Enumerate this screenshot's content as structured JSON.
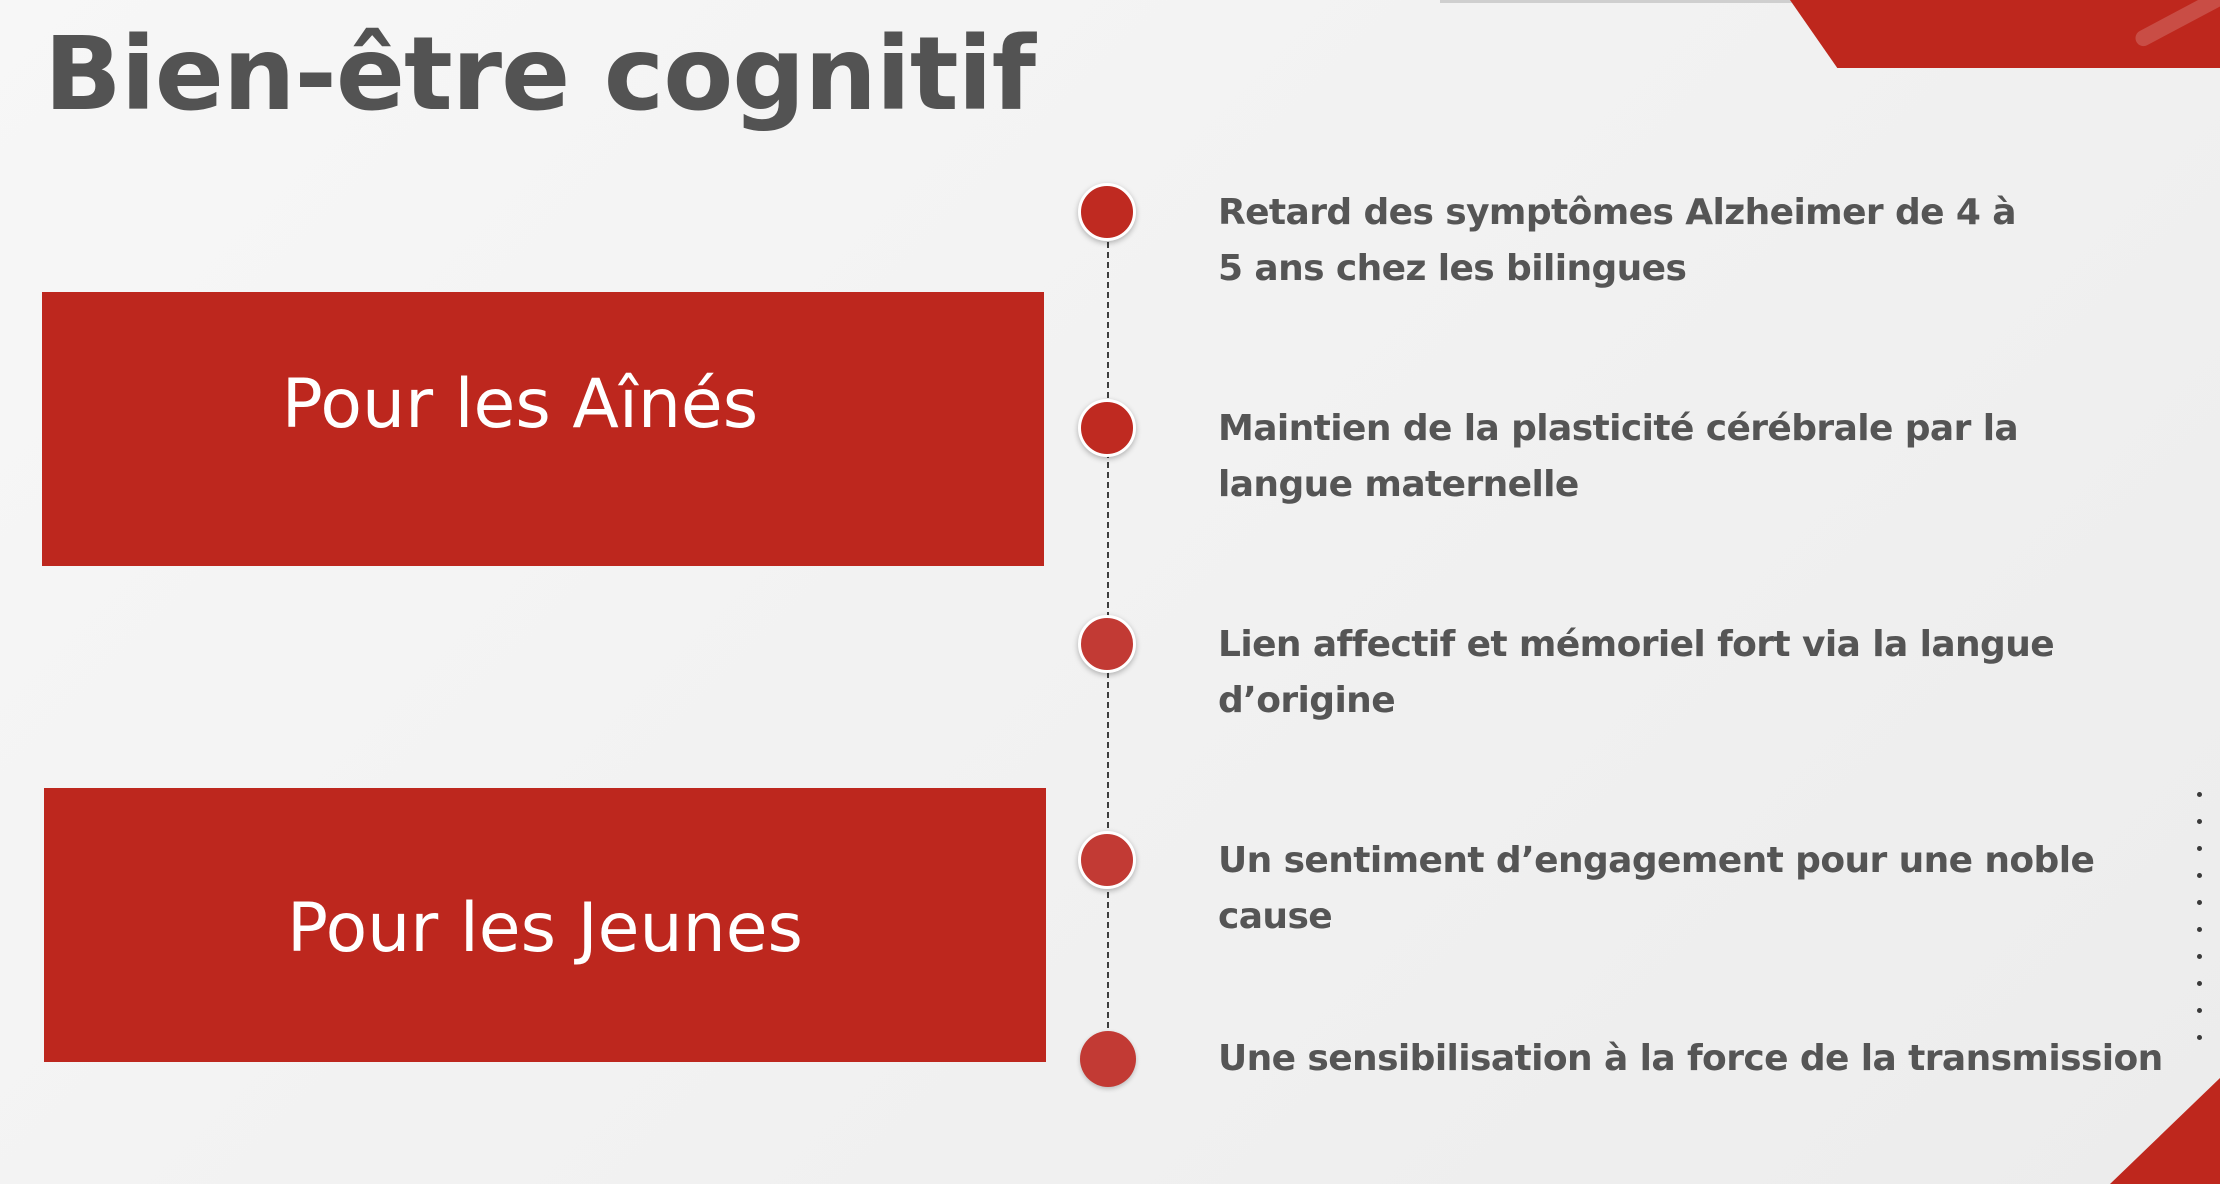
{
  "slide": {
    "title": "Bien-être cognitif",
    "colors": {
      "accent": "#bd271e",
      "title_text": "#535353",
      "body_text": "#555555",
      "background": "#f3f3f3"
    },
    "groups": [
      {
        "label": "Pour les Aînés"
      },
      {
        "label": "Pour les Jeunes"
      }
    ],
    "timeline": [
      {
        "text": "Retard des symptômes Alzheimer de 4 à 5 ans chez les bilingues"
      },
      {
        "text": "Maintien de la plasticité cérébrale par la langue maternelle"
      },
      {
        "text": "Lien affectif et mémoriel fort via la langue d’origine"
      },
      {
        "text": "Un sentiment d’engagement pour une noble cause"
      },
      {
        "text": "Une sensibilisation à la force de la transmission"
      }
    ]
  }
}
